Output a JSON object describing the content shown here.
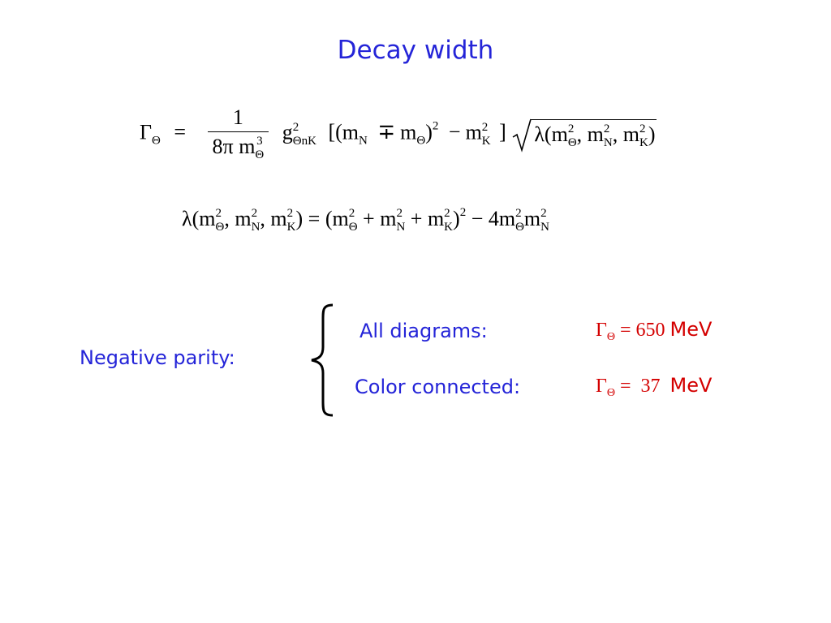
{
  "slide": {
    "title": "Decay width",
    "formula1": {
      "lhs": "Γ",
      "lhs_sub": "Θ",
      "eq": "=",
      "frac_num": "1",
      "frac_den_coef": "8π",
      "frac_den_m": "m",
      "frac_den_sub": "Θ",
      "frac_den_sup": "3",
      "g": "g",
      "g_sup": "2",
      "g_sub": "ΘnK",
      "bracket_open": "[(",
      "mN": "m",
      "mN_sub": "N",
      "mp": "∓",
      "mTheta": "m",
      "mTheta_sub": "Θ",
      "paren_close": ")",
      "paren_sup": "2",
      "minus": "−",
      "mK": "m",
      "mK_sub": "K",
      "mK_sup": "2",
      "bracket_close": "]",
      "sqrt_content": "λ(m",
      "s_theta_sub": "Θ",
      "s_sup": "2",
      "s_comma1": ", m",
      "s_n_sub": "N",
      "s_comma2": ", m",
      "s_k_sub": "K",
      "s_close": ")"
    },
    "formula2": {
      "lambda": "λ(m",
      "a_sub": "Θ",
      "sup2": "2",
      "c1": ", m",
      "b_sub": "N",
      "c2": ", m",
      "c_sub": "K",
      "close": ") = (m",
      "d_sub": "Θ",
      "plus1": " + m",
      "e_sub": "N",
      "plus2": " + m",
      "f_sub": "K",
      "close2": ")",
      "outer_sup": "2",
      "minus4": " − 4m",
      "g_sub": "Θ",
      "m_last": "m",
      "h_sub": "N"
    },
    "negative_parity_label": "Negative parity:",
    "cases": [
      {
        "label": "All diagrams:",
        "symbol": "Γ",
        "symbol_sub": "Θ",
        "eq": " = 650 ",
        "unit": "MeV"
      },
      {
        "label": "Color connected:",
        "symbol": "Γ",
        "symbol_sub": "Θ",
        "eq": " =  37  ",
        "unit": "MeV"
      }
    ],
    "colors": {
      "title": "#2424d8",
      "label": "#2424d8",
      "result": "#d40000"
    }
  }
}
